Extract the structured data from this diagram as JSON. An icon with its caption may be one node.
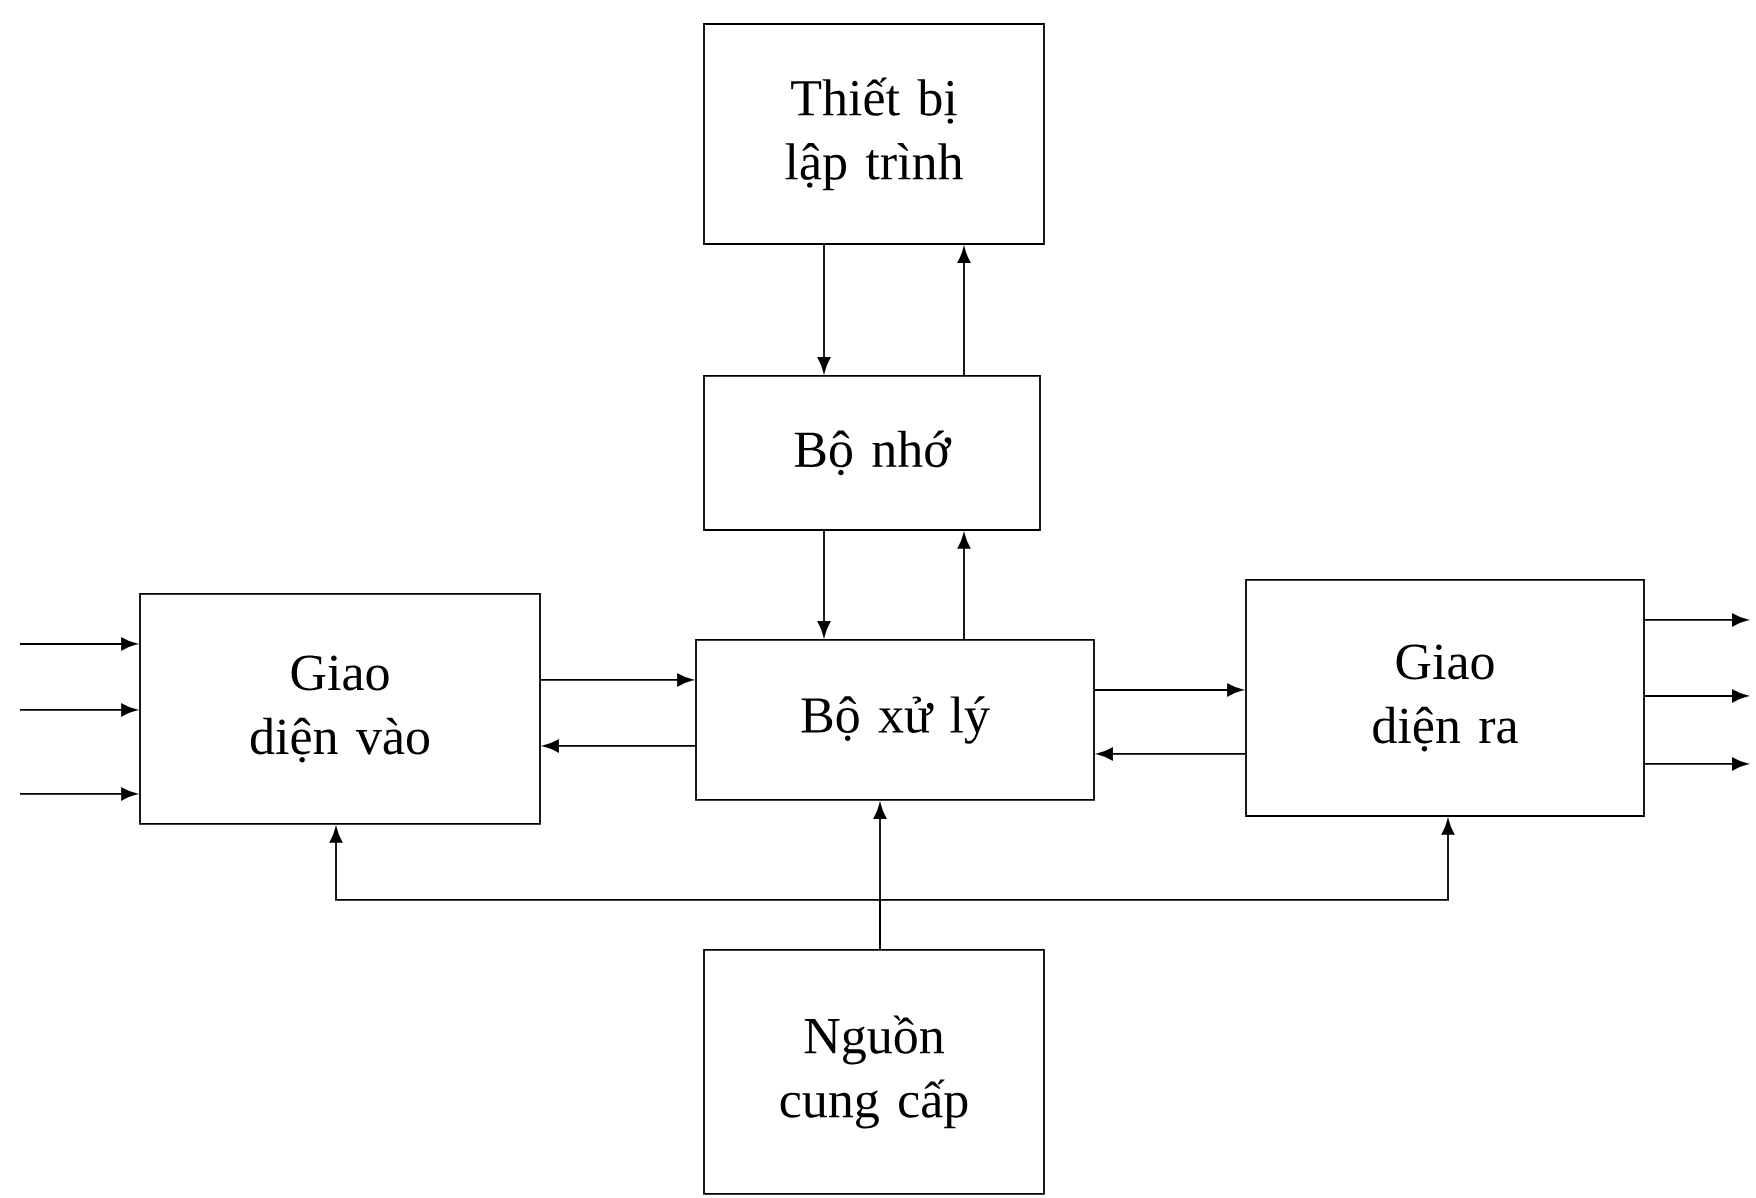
{
  "diagram": {
    "nodes": [
      {
        "text": [
          "Thiết bị lập trình"
        ]
      },
      {
        "text": [
          "Bộ nhớ"
        ]
      },
      {
        "text": [
          "Giao diện vào"
        ]
      },
      {
        "text": [
          "Bộ xử lý"
        ]
      },
      {
        "text": [
          "Giao diện ra"
        ]
      },
      {
        "text": [
          "Nguồn cung cấp"
        ]
      }
    ],
    "edges": [
      {
        "from": 0,
        "to": 1,
        "arrow": "to"
      },
      {
        "from": 1,
        "to": 0,
        "arrow": "to"
      },
      {
        "from": 1,
        "to": 3,
        "arrow": "to"
      },
      {
        "from": 3,
        "to": 1,
        "arrow": "to"
      },
      {
        "from": 2,
        "to": 3,
        "arrow": "to"
      },
      {
        "from": 3,
        "to": 2,
        "arrow": "to"
      },
      {
        "from": 3,
        "to": 4,
        "arrow": "to"
      },
      {
        "from": 4,
        "to": 3,
        "arrow": "to"
      },
      {
        "from": null,
        "to": 2,
        "arrow": "to"
      },
      {
        "from": null,
        "to": 2,
        "arrow": "to"
      },
      {
        "from": null,
        "to": 2,
        "arrow": "to"
      },
      {
        "from": 4,
        "to": null,
        "arrow": "to"
      },
      {
        "from": 4,
        "to": null,
        "arrow": "to"
      },
      {
        "from": 4,
        "to": null,
        "arrow": "to"
      },
      {
        "from": 5,
        "to": 3,
        "arrow": "to"
      },
      {
        "from": 5,
        "to": 2,
        "arrow": "to"
      },
      {
        "from": 5,
        "to": 4,
        "arrow": "to"
      }
    ]
  }
}
